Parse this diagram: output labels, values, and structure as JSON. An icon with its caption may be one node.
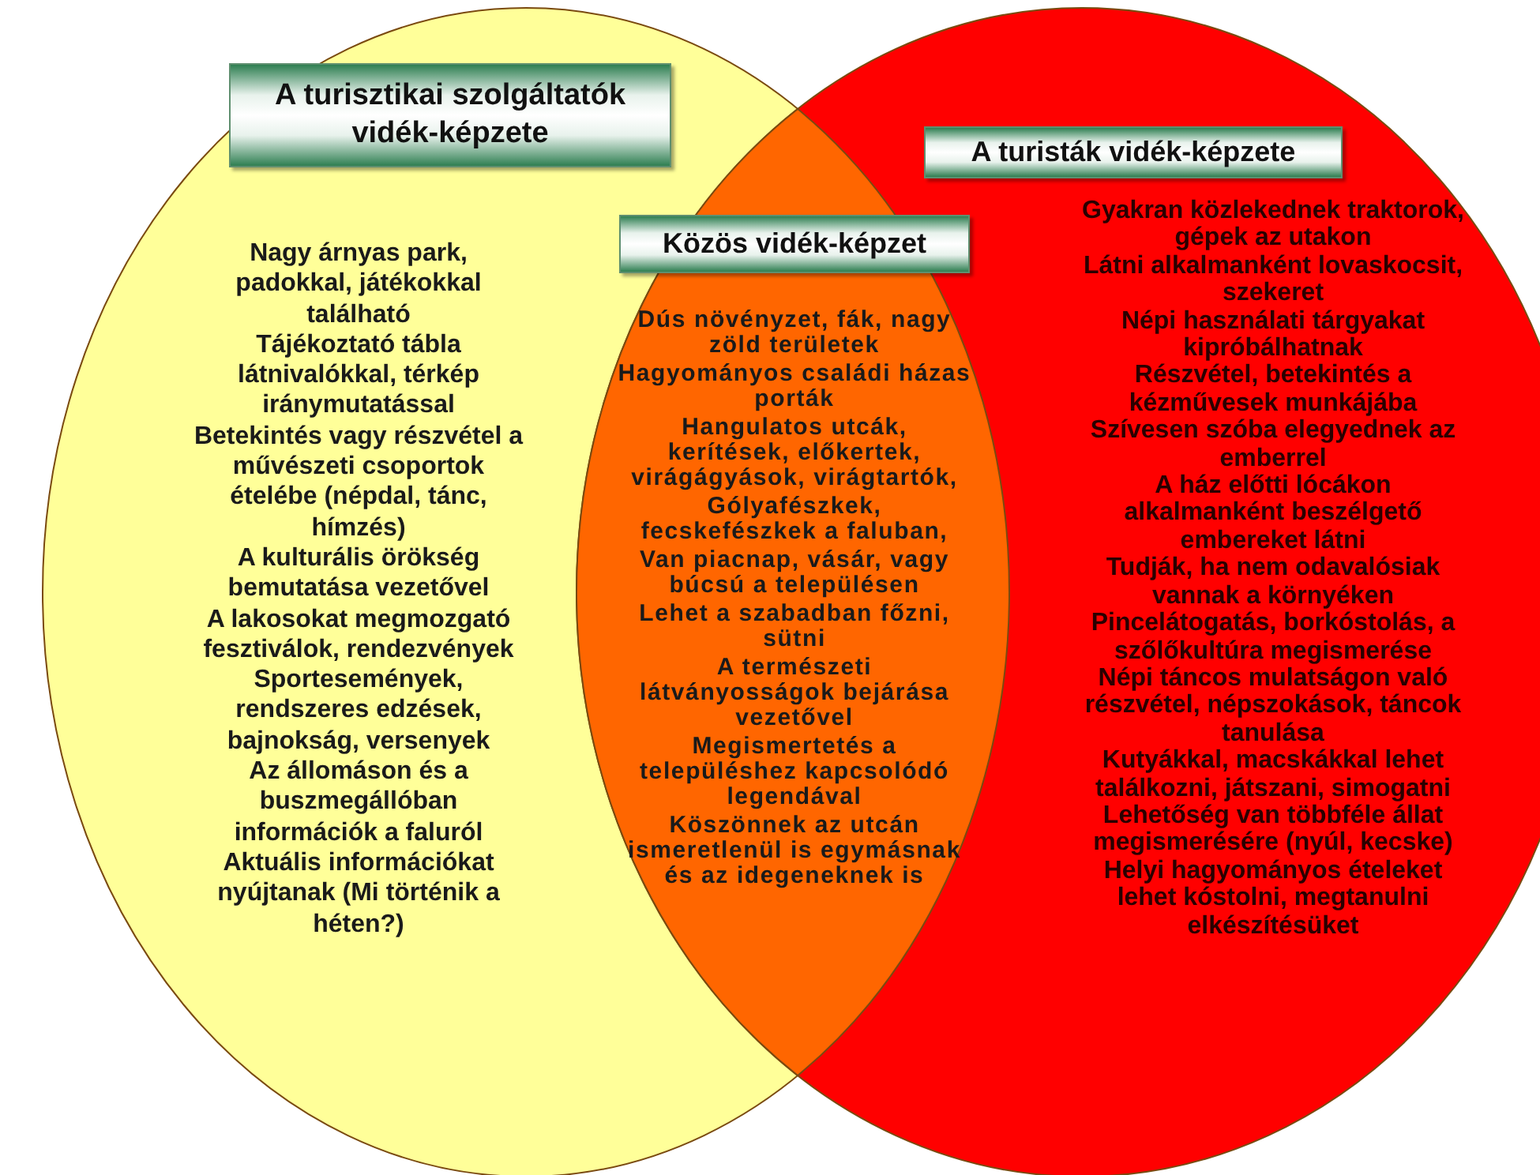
{
  "diagram": {
    "nodes": [
      {
        "text": [
          "A turisztikai szolgáltatók vidék-képzete",
          "Nagy árnyas park, padokkal, játékokkal található",
          "Tájékoztató tábla látnivalókkal, térkép iránymutatással",
          "Betekintés vagy részvétel a művészeti csoportok ételébe (népdal, tánc, hímzés)",
          "A kulturális örökség bemutatása vezetővel",
          "A lakosokat megmozgató fesztiválok, rendezvények",
          "Sportesemények, rendszeres edzések, bajnokság, versenyek",
          "Az állomáson és a buszmegállóban információk a faluról",
          "Aktuális információkat nyújtanak (Mi történik a héten?)"
        ]
      },
      {
        "text": [
          "A turisták vidék-képzete",
          "Gyakran közlekednek traktorok, gépek az utakon",
          "Látni alkalmanként lovaskocsit, szekeret",
          "Népi használati tárgyakat kipróbálhatnak",
          "Részvétel, betekintés a kézművesek munkájába",
          "Szívesen szóba elegyednek az emberrel",
          "A ház előtti lócákon alkalmanként beszélgető embereket látni",
          "Tudják, ha nem odavalósiak vannak a környéken",
          "Pincelátogatás, borkóstolás, a szőlőkultúra megismerése",
          "Népi táncos mulatságon való részvétel, népszokások, táncok tanulása",
          "Kutyákkal, macskákkal lehet találkozni, játszani, simogatni",
          "Lehetőség van többféle állat megismerésére (nyúl, kecske)",
          "Helyi hagyományos ételeket lehet kóstolni, megtanulni elkészítésüket"
        ]
      },
      {
        "text": [
          "Közös vidék-képzet",
          "Dús növényzet, fák, nagy zöld területek",
          "Hagyományos családi házas porták",
          "Hangulatos utcák, kerítések, előkertek, virágágyások, virágtartók,",
          "Gólyafészkek, fecskefészkek a faluban,",
          "Van piacnap, vásár, vagy búcsú a településen",
          "Lehet a szabadban főzni, sütni",
          "A természeti látványosságok bejárása vezetővel",
          "Megismertetés a településhez kapcsolódó legendával",
          "Köszönnek az utcán ismeretlenül is egymásnak és az idegeneknek is"
        ]
      }
    ]
  }
}
